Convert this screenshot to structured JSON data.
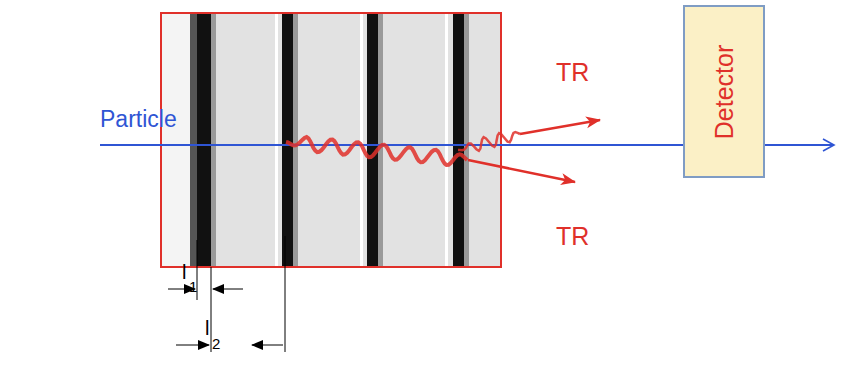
{
  "diagram": {
    "nodes": [
      {
        "text": [
          "Detector"
        ]
      }
    ],
    "labels": [
      "Particle",
      "TR",
      "TR",
      "l",
      "1",
      "l",
      "2"
    ]
  }
}
